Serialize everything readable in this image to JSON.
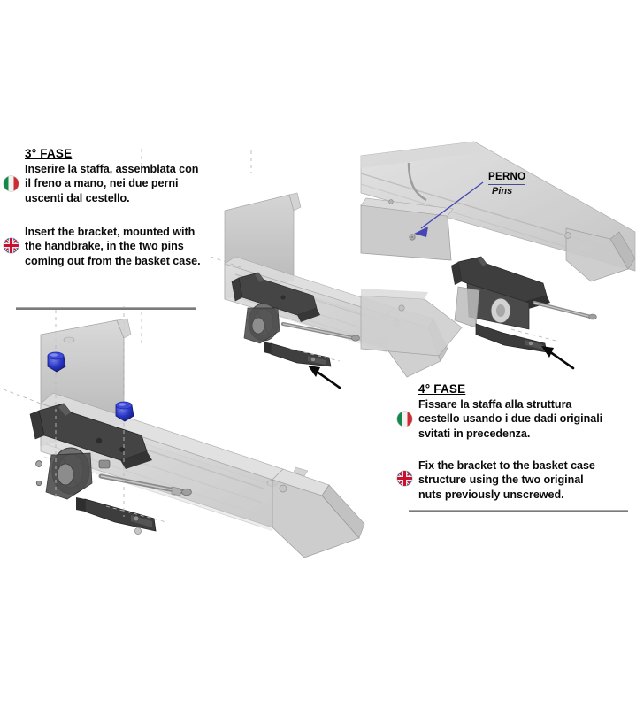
{
  "document": {
    "type": "bilingual-installation-instruction-sheet",
    "background_color": "#ffffff"
  },
  "phases": [
    {
      "id": "phase-3",
      "heading": "3° FASE",
      "italian": {
        "flag": "italy-flag-icon",
        "text": "Inserire la staffa, assemblata con il freno a mano, nei due perni uscenti dal cestello."
      },
      "english": {
        "flag": "uk-flag-icon",
        "text": "Insert the bracket, mounted with the handbrake, in the two pins coming out from the basket case."
      }
    },
    {
      "id": "phase-4",
      "heading": "4° FASE",
      "italian": {
        "flag": "italy-flag-icon",
        "text": "Fissare la staffa alla struttura cestello usando i due dadi originali svitati in precedenza."
      },
      "english": {
        "flag": "uk-flag-icon",
        "text": "Fix the bracket to the basket case structure using the two original nuts previously unscrewed."
      }
    }
  ],
  "callouts": [
    {
      "id": "perno-callout",
      "primary": "PERNO",
      "secondary": "Pins",
      "leader_color": "#4646b4",
      "direction": "down-left"
    }
  ],
  "illustrations": [
    {
      "id": "illustration-middle",
      "description": "Basket case with bracket and handbrake assembly, isometric view",
      "arrow": "assembly-direction-arrow"
    },
    {
      "id": "illustration-top-right",
      "description": "Close-up of bracket fixed to basket case structure showing pins",
      "arrow": "assembly-direction-arrow"
    },
    {
      "id": "illustration-bottom-left",
      "description": "Basket case with bracket and two blue original nuts on axis lines",
      "arrow": "assembly-direction-arrow",
      "highlight_parts": [
        "blue-nut",
        "blue-nut"
      ]
    }
  ],
  "colors": {
    "nut_highlight": "#2233cc",
    "leader_line": "#4646b4",
    "rule": "#7b7b7b",
    "body_light": "#d7d7d7",
    "body_mid": "#bdbdbd",
    "body_dark": "#9a9a9a",
    "bracket_dark": "#3c3c3c",
    "text": "#000000"
  },
  "rules": [
    {
      "id": "rule-under-phase-3"
    },
    {
      "id": "rule-under-phase-4"
    }
  ]
}
